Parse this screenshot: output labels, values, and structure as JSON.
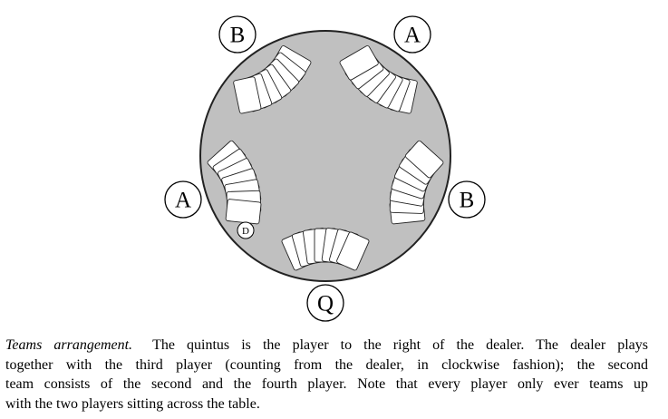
{
  "diagram": {
    "table_color": "#c0c0c0",
    "cards_per_hand": 7,
    "seats": [
      {
        "label": "Q",
        "position": "bottom"
      },
      {
        "label": "A",
        "position": "left"
      },
      {
        "label": "B",
        "position": "upper-left"
      },
      {
        "label": "A",
        "position": "upper-right"
      },
      {
        "label": "B",
        "position": "right"
      }
    ],
    "dealer_marker": "D"
  },
  "caption": {
    "title": "Teams arrangement.",
    "lines": [
      "The quintus is the player to the right of the dealer. The dealer plays",
      "together with the third player (counting from the dealer, in clockwise fashion); the second",
      "team consists of the second and the fourth player. Note that every player only ever teams up",
      "with the two players sitting across the table."
    ]
  }
}
